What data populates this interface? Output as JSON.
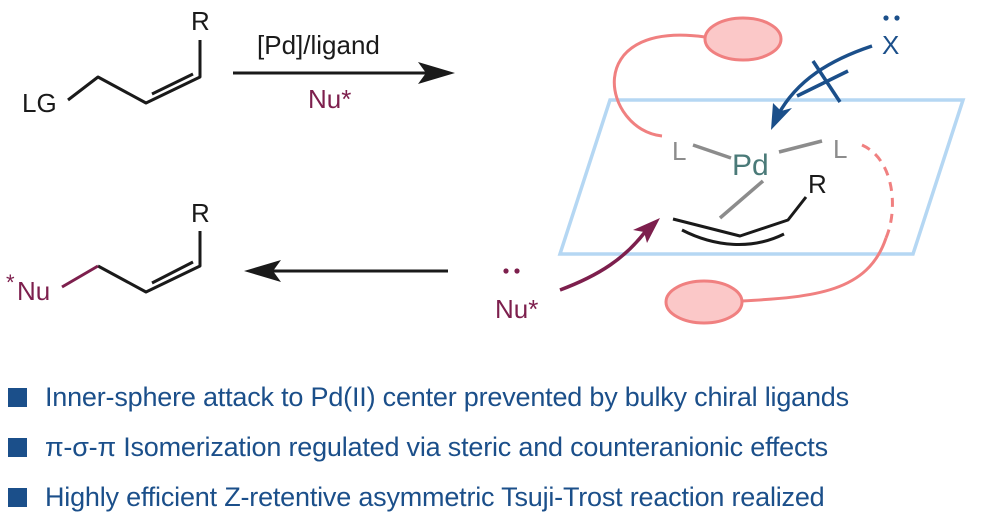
{
  "colors": {
    "black": "#1a1a1a",
    "nucleophile": "#7d1f4d",
    "palladium": "#4a7a78",
    "ligand_gray": "#8c8c8c",
    "ligand_pink": "#f08080",
    "ligand_pink_fill": "#fbc8c8",
    "plane_blue": "#b5d7f3",
    "anion_blue": "#1b4f8a",
    "bullet_square": "#1b4f8a",
    "bullet_text": "#1b4f8a"
  },
  "scheme": {
    "substrate": {
      "substituent": "R",
      "leaving_group": "LG"
    },
    "reaction_arrow": {
      "above": "[Pd]/ligand",
      "below": "Nu*"
    },
    "product": {
      "substituent": "R",
      "nucleophile": "Nu",
      "nucleophile_star": "*"
    },
    "complex": {
      "metal": "Pd",
      "ligand_left": "L",
      "ligand_right": "L",
      "allyl_substituent": "R",
      "counteranion": "X",
      "nucleophile": "Nu*"
    }
  },
  "bullets": [
    "Inner-sphere attack to Pd(II) center prevented by bulky chiral ligands",
    "π-σ-π Isomerization regulated via steric and counteranionic effects",
    "Highly efficient Z-retentive asymmetric Tsuji-Trost reaction realized"
  ]
}
